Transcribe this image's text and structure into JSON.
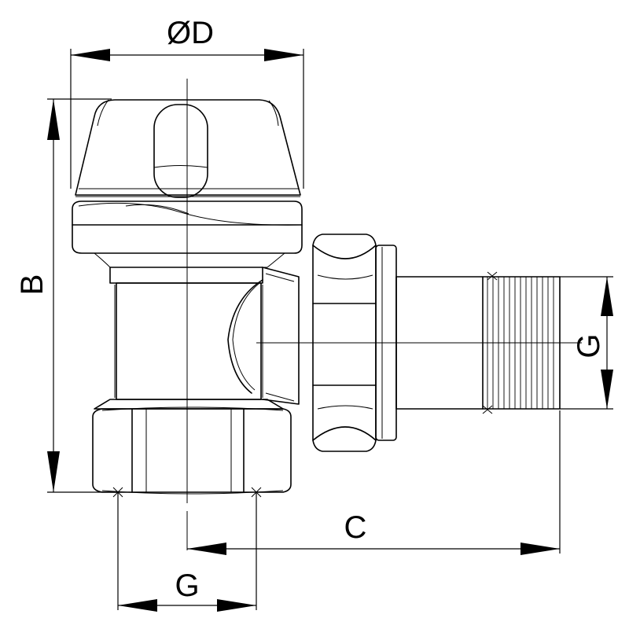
{
  "labels": {
    "diameter": "ØD",
    "height": "B",
    "offset": "C",
    "thread_side": "G",
    "thread_bottom": "G"
  }
}
